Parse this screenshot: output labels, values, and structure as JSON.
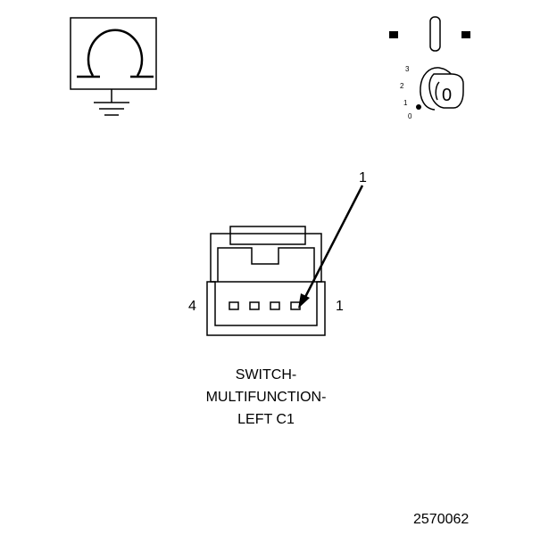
{
  "ohmmeter_symbol": {
    "icon": "omega-ground-icon",
    "glyph": "Ω"
  },
  "ignition_key": {
    "icon": "ignition-key-icon",
    "positions": [
      "3",
      "2",
      "1",
      "0"
    ],
    "key_label": "0"
  },
  "callout": {
    "label": "1"
  },
  "connector": {
    "icon": "four-pin-connector-icon",
    "pin_count": 4,
    "left_pin_label": "4",
    "right_pin_label": "1",
    "highlighted_pin": 1
  },
  "caption": {
    "line1": "SWITCH-",
    "line2": "MULTIFUNCTION-",
    "line3": "LEFT C1"
  },
  "figure_id": "2570062"
}
